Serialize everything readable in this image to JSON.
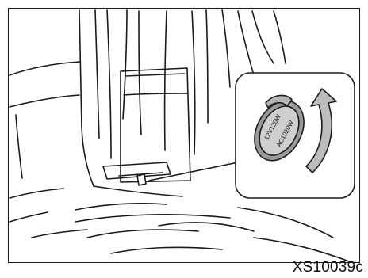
{
  "figure": {
    "code": "XS10039c",
    "cap_text": {
      "line1": "12V120W",
      "line2": "AC1020W"
    },
    "arrow_direction": "counterclockwise-open",
    "colors": {
      "ink": "#1a1a1a",
      "cap_fill": "#9a9a9a",
      "arrow_fill": "#bdbdbd"
    }
  }
}
